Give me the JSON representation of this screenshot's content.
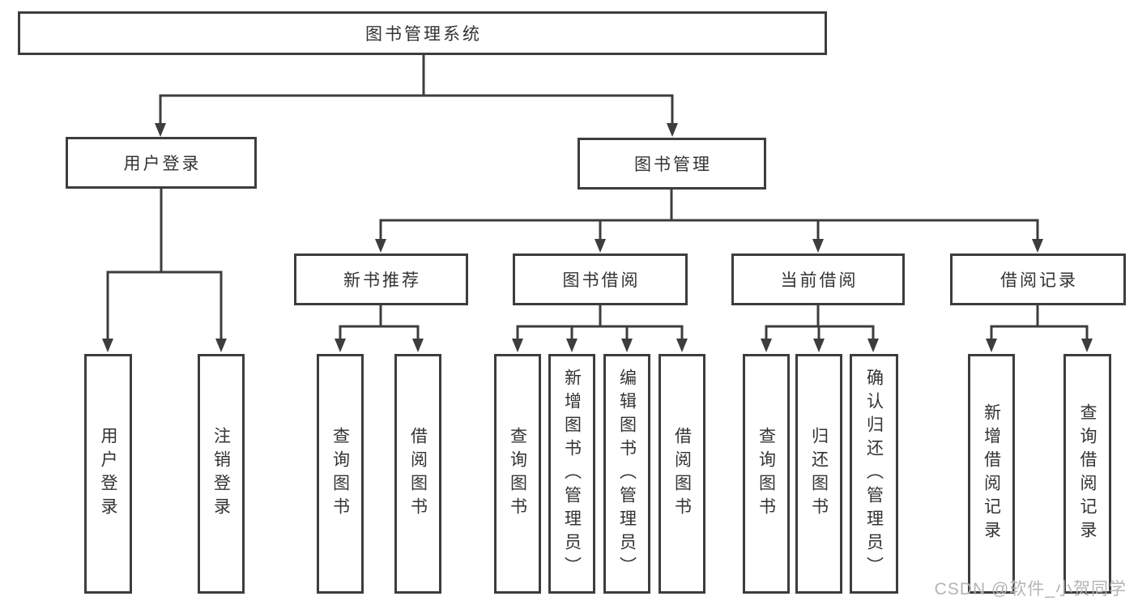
{
  "tree": {
    "label": "图书管理系统",
    "children": [
      {
        "label": "用户登录",
        "children": [
          {
            "label": "用户登录"
          },
          {
            "label": "注销登录"
          }
        ]
      },
      {
        "label": "图书管理",
        "children": [
          {
            "label": "新书推荐",
            "children": [
              {
                "label": "查询图书"
              },
              {
                "label": "借阅图书"
              }
            ]
          },
          {
            "label": "图书借阅",
            "children": [
              {
                "label": "查询图书"
              },
              {
                "label": "新增图书（管理员）"
              },
              {
                "label": "编辑图书（管理员）"
              },
              {
                "label": "借阅图书"
              }
            ]
          },
          {
            "label": "当前借阅",
            "children": [
              {
                "label": "查询图书"
              },
              {
                "label": "归还图书"
              },
              {
                "label": "确认归还（管理员）"
              }
            ]
          },
          {
            "label": "借阅记录",
            "children": [
              {
                "label": "新增借阅记录"
              },
              {
                "label": "查询借阅记录"
              }
            ]
          }
        ]
      }
    ]
  },
  "watermark": {
    "text": "CSDN @软件_小贺同学"
  },
  "colors": {
    "line": "#3d3d3d",
    "text": "#333333",
    "box_background": "#ffffff",
    "watermark": "#b4b4b4",
    "page_background": "#ffffff"
  }
}
